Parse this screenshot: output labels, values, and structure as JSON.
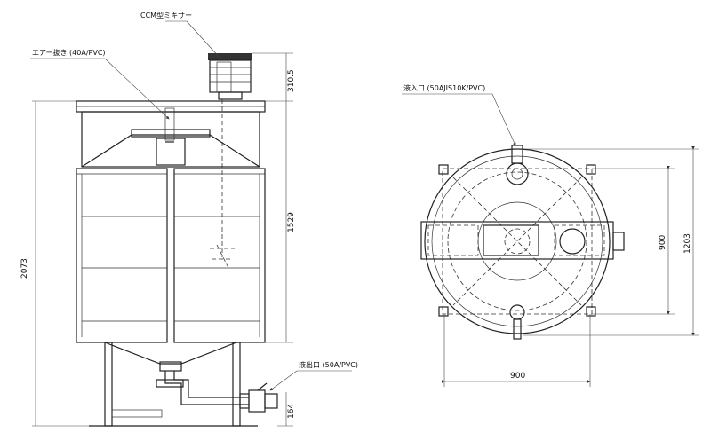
{
  "labels": {
    "mixer": "CCM型ミキサー",
    "air_vent": "エアー抜き (40A/PVC)",
    "inlet": "液入口 (50AJIS10K/PVC)",
    "outlet": "液出口 (50A/PVC)"
  },
  "dimensions": {
    "mixer_height": "310.5",
    "tank_height": "1529",
    "total_height": "2073",
    "leg_height": "164",
    "plan_width": "900",
    "plan_depth": "900",
    "plan_overall": "1203"
  }
}
